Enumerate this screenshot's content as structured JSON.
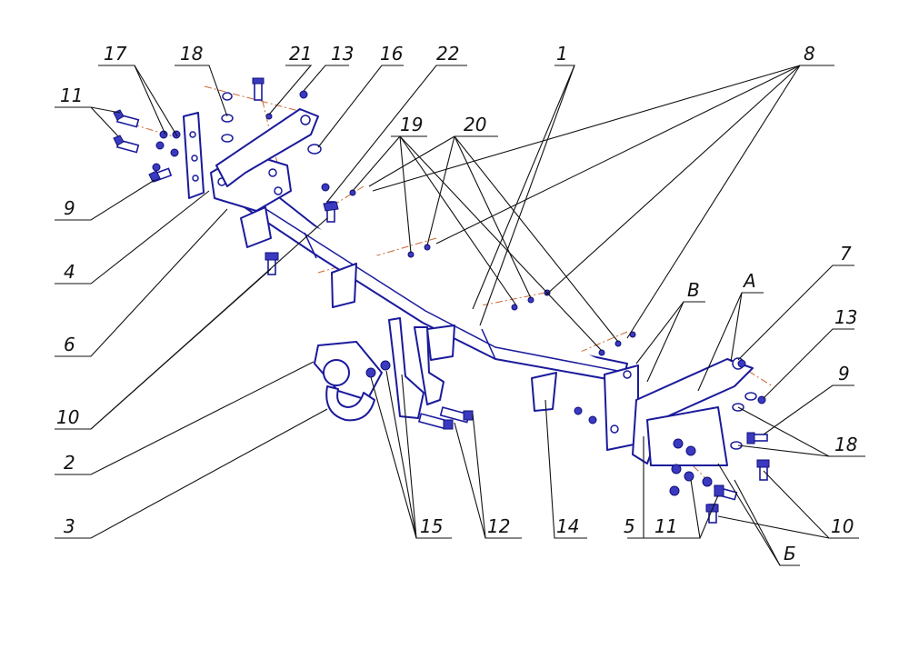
{
  "callouts": {
    "n1": "1",
    "n2": "2",
    "n3": "3",
    "n4": "4",
    "n5": "5",
    "n6": "6",
    "n7": "7",
    "n8": "8",
    "n9_left": "9",
    "n9_right": "9",
    "n10_left": "10",
    "n10_right": "10",
    "n11_left": "11",
    "n11_right": "11",
    "n12": "12",
    "n13_left": "13",
    "n13_right": "13",
    "n14": "14",
    "n15": "15",
    "n16": "16",
    "n17": "17",
    "n18_left": "18",
    "n18_right": "18",
    "n19": "19",
    "n20": "20",
    "n21": "21",
    "n22": "22",
    "view_A": "А",
    "view_B": "Б",
    "view_V": "В"
  },
  "colors": {
    "line": "#1a1a9c",
    "fastener": "#3a3ac0",
    "leader": "#111111",
    "axis": "#cc6633"
  }
}
